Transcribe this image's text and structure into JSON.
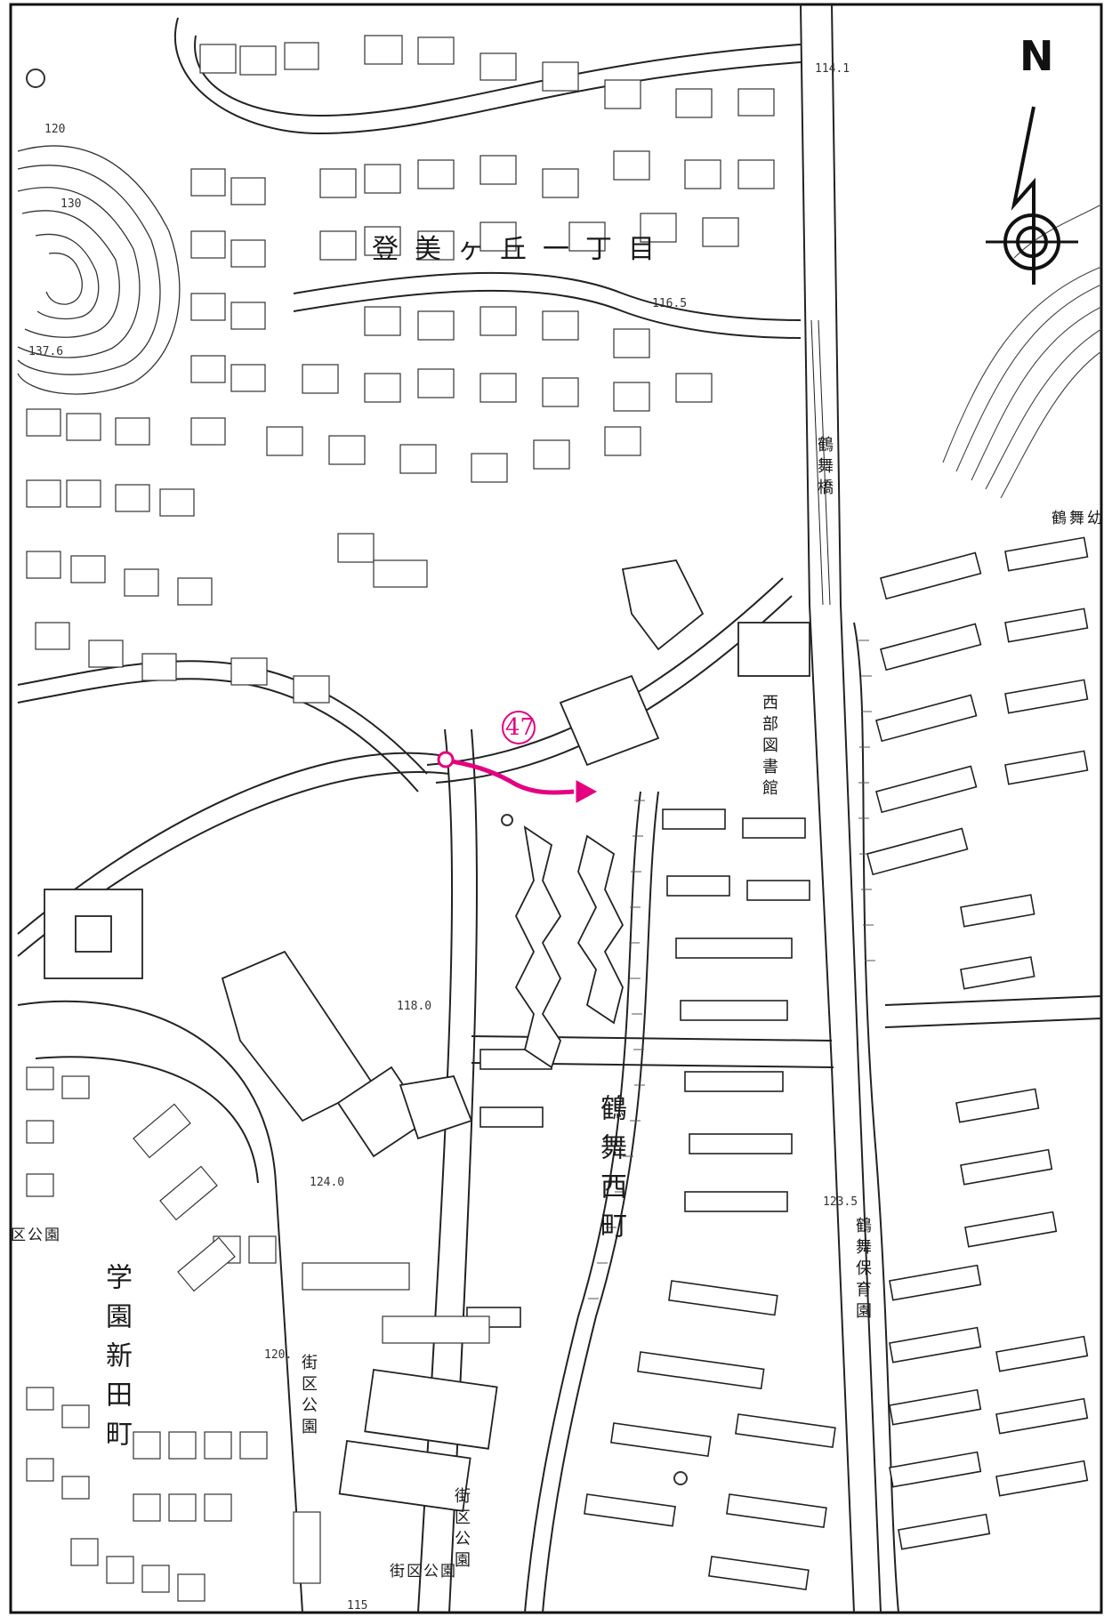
{
  "north_label": "N",
  "labels": {
    "town_top": "登美ヶ丘一丁目",
    "town_center": "鶴舞西町",
    "town_left": "学園新田町",
    "library": "西部図書館",
    "nursery": "鶴舞保育園",
    "bridge": "鶴舞橋",
    "kindergarten": "鶴舞幼",
    "park_left": "区公園",
    "park_mid": "街区公園",
    "park_lower": "街区公園",
    "park_bottom": "街区公園"
  },
  "elevations": {
    "e1": "120",
    "e2": "130",
    "e3": "137.6",
    "e4": "114.1",
    "e5": "116.5",
    "e6": "118.0",
    "e7": "124.0",
    "e8": "123.5",
    "e9": "120.",
    "e10": "115"
  },
  "route": {
    "number": "47",
    "color": "#e4007f"
  }
}
